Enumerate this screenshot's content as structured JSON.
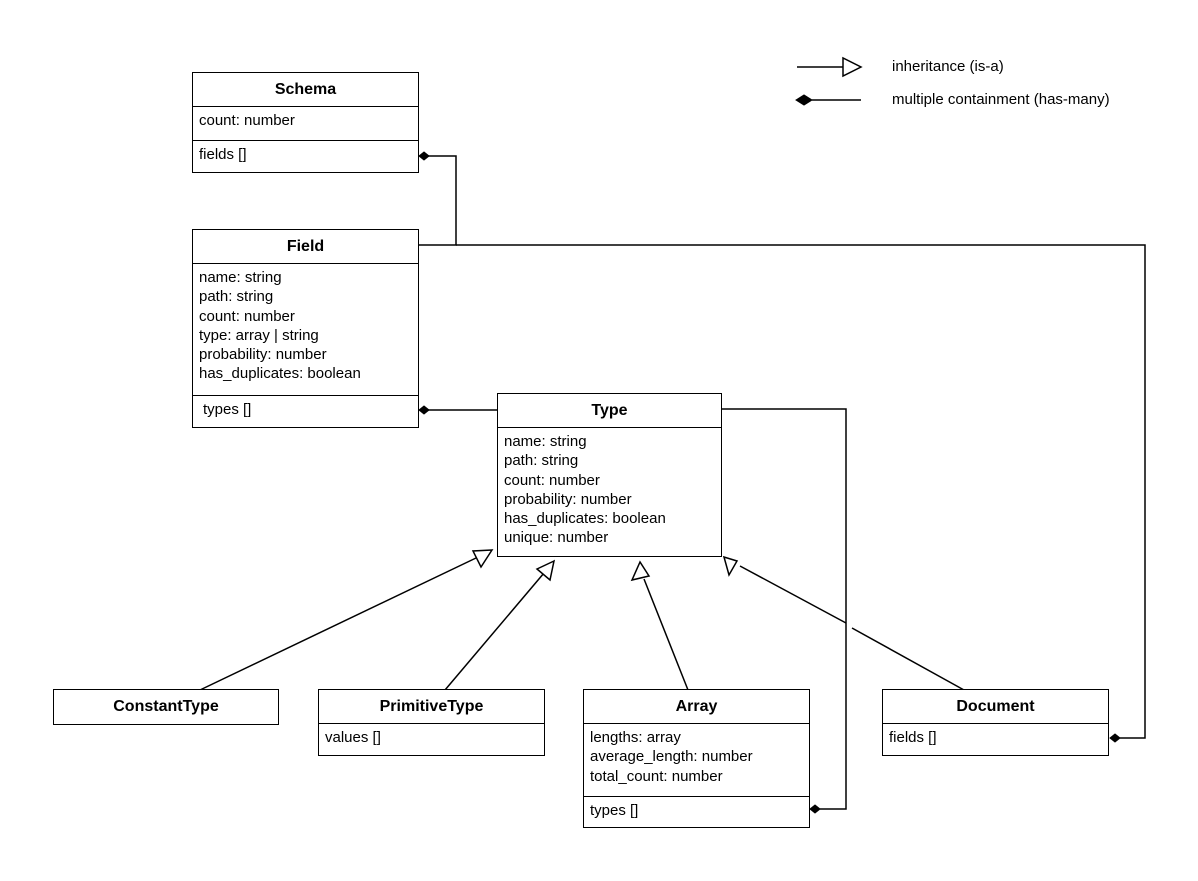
{
  "legend": {
    "inheritance": "inheritance (is-a)",
    "containment": "multiple containment (has-many)"
  },
  "classes": {
    "schema": {
      "title": "Schema",
      "attributes": [
        "count: number"
      ],
      "relations": [
        "fields []"
      ]
    },
    "field": {
      "title": "Field",
      "attributes": [
        "name: string",
        "path: string",
        "count: number",
        "type: array | string",
        "probability: number",
        "has_duplicates: boolean"
      ],
      "relations": [
        "types []"
      ]
    },
    "type": {
      "title": "Type",
      "attributes": [
        "name: string",
        "path: string",
        "count: number",
        "probability: number",
        "has_duplicates: boolean",
        "unique: number"
      ]
    },
    "constant_type": {
      "title": "ConstantType"
    },
    "primitive_type": {
      "title": "PrimitiveType",
      "relations": [
        "values []"
      ]
    },
    "array": {
      "title": "Array",
      "attributes": [
        "lengths: array",
        "average_length: number",
        "total_count: number"
      ],
      "relations": [
        "types []"
      ]
    },
    "document": {
      "title": "Document",
      "relations": [
        "fields []"
      ]
    }
  }
}
